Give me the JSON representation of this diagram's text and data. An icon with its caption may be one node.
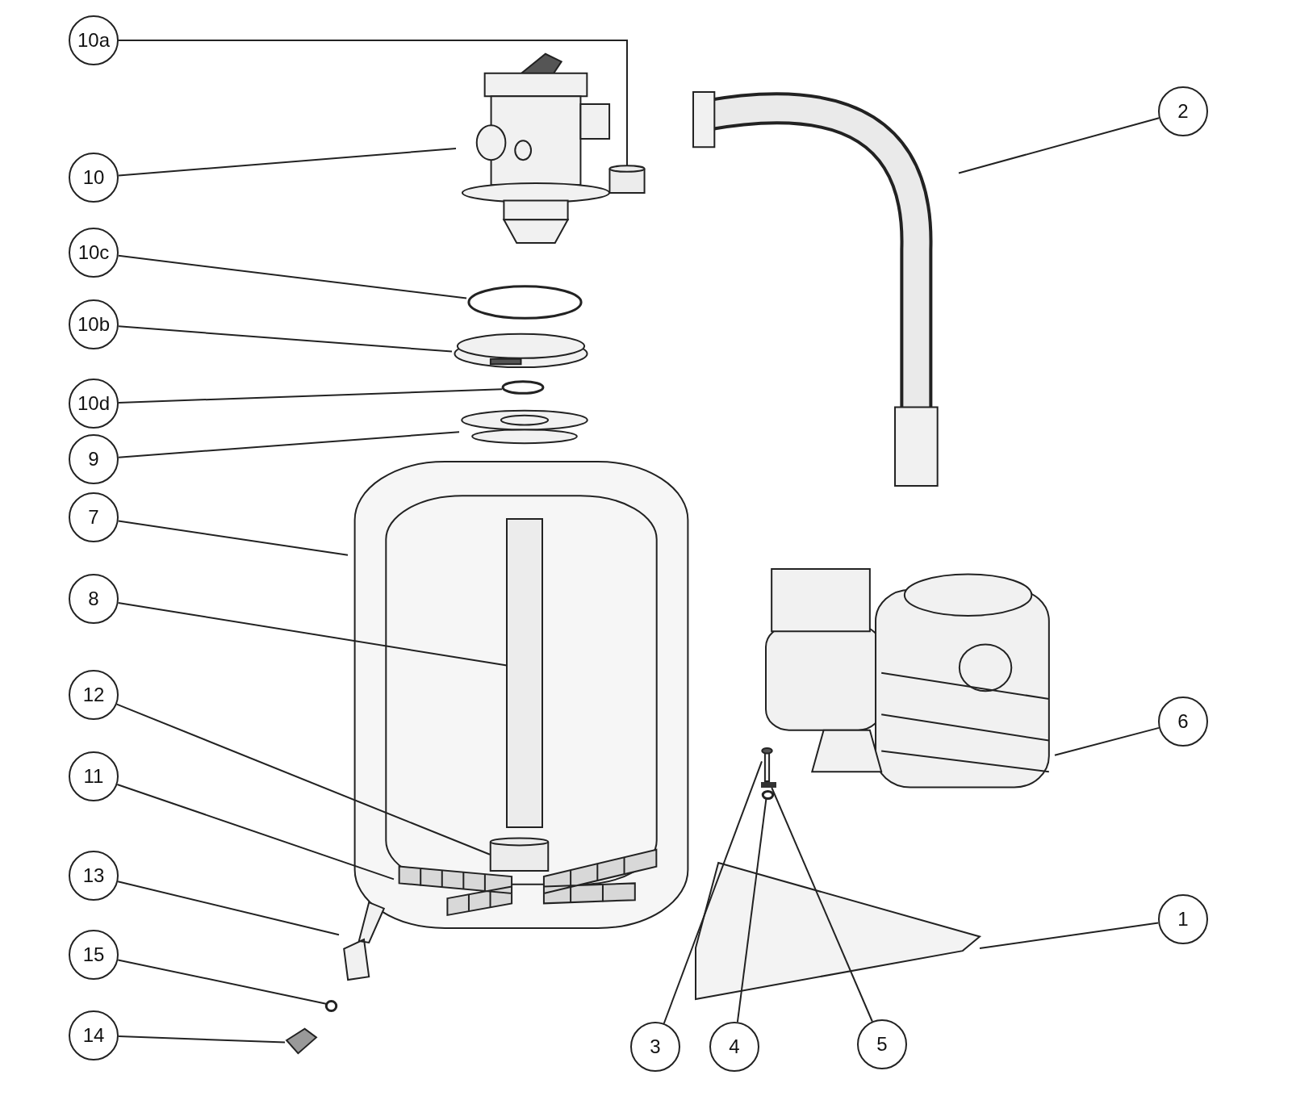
{
  "diagram": {
    "nodes": [
      {
        "text": [
          "10a"
        ]
      },
      {
        "text": [],
        "shape": "cylinder"
      },
      {
        "text": [
          "10"
        ]
      },
      {
        "text": [],
        "shape": "picture"
      },
      {
        "text": [
          "10c"
        ]
      },
      {
        "text": [],
        "shape": "circle"
      },
      {
        "text": [
          "10b"
        ]
      },
      {
        "text": [],
        "shape": "picture"
      },
      {
        "text": [
          "10d"
        ]
      },
      {
        "text": [],
        "shape": "circle"
      },
      {
        "text": [
          "9"
        ]
      },
      {
        "text": [],
        "shape": "picture"
      },
      {
        "text": [
          "7"
        ]
      },
      {
        "text": [],
        "shape": "picture"
      },
      {
        "text": [
          "8"
        ]
      },
      {
        "text": [],
        "shape": "cylinder",
        "in": 13
      },
      {
        "text": [
          "12"
        ]
      },
      {
        "text": [],
        "shape": "cylinder",
        "in": 13
      },
      {
        "text": [
          "11"
        ]
      },
      {
        "text": [],
        "shape": "picture",
        "in": 13
      },
      {
        "text": [
          "13"
        ]
      },
      {
        "text": [],
        "shape": "picture"
      },
      {
        "text": [
          "15"
        ]
      },
      {
        "text": [],
        "shape": "circle"
      },
      {
        "text": [
          "14"
        ]
      },
      {
        "text": [],
        "shape": "picture"
      },
      {
        "text": [
          "2"
        ]
      },
      {
        "text": [],
        "shape": "picture"
      },
      {
        "text": [
          "6"
        ]
      },
      {
        "text": [],
        "shape": "picture"
      },
      {
        "text": [
          "1"
        ]
      },
      {
        "text": [],
        "shape": "picture"
      },
      {
        "text": [
          "3"
        ]
      },
      {
        "text": [],
        "shape": "picture"
      },
      {
        "text": [
          "4"
        ]
      },
      {
        "text": [],
        "shape": "circle"
      },
      {
        "text": [
          "5"
        ]
      },
      {
        "text": [],
        "shape": "bar"
      }
    ],
    "edges": [
      {
        "from": 0,
        "to": 1,
        "arrow": "none"
      },
      {
        "from": 2,
        "to": 3,
        "arrow": "none"
      },
      {
        "from": 4,
        "to": 5,
        "arrow": "none"
      },
      {
        "from": 6,
        "to": 7,
        "arrow": "none"
      },
      {
        "from": 8,
        "to": 9,
        "arrow": "none"
      },
      {
        "from": 10,
        "to": 11,
        "arrow": "none"
      },
      {
        "from": 12,
        "to": 13,
        "arrow": "none"
      },
      {
        "from": 14,
        "to": 15,
        "arrow": "none"
      },
      {
        "from": 16,
        "to": 17,
        "arrow": "none"
      },
      {
        "from": 18,
        "to": 19,
        "arrow": "none"
      },
      {
        "from": 20,
        "to": 21,
        "arrow": "none"
      },
      {
        "from": 22,
        "to": 23,
        "arrow": "none"
      },
      {
        "from": 24,
        "to": 25,
        "arrow": "none"
      },
      {
        "from": 26,
        "to": 27,
        "arrow": "none"
      },
      {
        "from": 28,
        "to": 29,
        "arrow": "none"
      },
      {
        "from": 30,
        "to": 31,
        "arrow": "none"
      },
      {
        "from": 32,
        "to": 33,
        "arrow": "none"
      },
      {
        "from": 34,
        "to": 35,
        "arrow": "none"
      },
      {
        "from": 36,
        "to": 37,
        "arrow": "none"
      }
    ]
  }
}
